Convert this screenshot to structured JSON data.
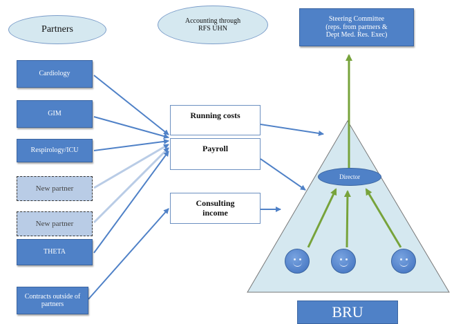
{
  "partners_label": "Partners",
  "accounting_label": "Accounting through RFS UHN",
  "steering_committee": {
    "line1": "Steering Committee",
    "line2": "(reps. from partners &",
    "line3": "Dept Med. Res. Exec)"
  },
  "partners": [
    {
      "label": "Cardiology",
      "kind": "existing"
    },
    {
      "label": "GIM",
      "kind": "existing"
    },
    {
      "label": "Respirology/ICU",
      "kind": "existing"
    },
    {
      "label": "New partner",
      "kind": "new"
    },
    {
      "label": "New partner",
      "kind": "new"
    },
    {
      "label": "THETA",
      "kind": "existing"
    }
  ],
  "contracts_outside": "Contracts outside of partners",
  "flows": {
    "running_costs": "Running costs",
    "payroll": "Payroll",
    "consulting_income": "Consulting income"
  },
  "director_label": "Director",
  "bru_label": "BRU",
  "colors": {
    "box_blue": "#4f81c7",
    "light_blue": "#b9cce6",
    "ellipse_fill": "#d5e8f0",
    "arrow_blue": "#4f81c7",
    "arrow_green": "#77a33b",
    "triangle_fill": "#d5e8f0"
  }
}
